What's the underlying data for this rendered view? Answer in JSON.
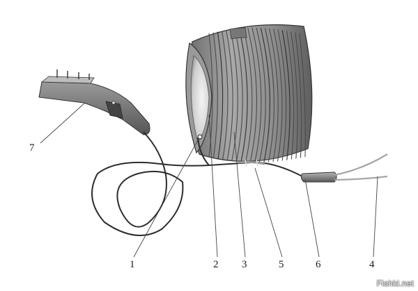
{
  "callouts": [
    {
      "id": "1",
      "label": "1"
    },
    {
      "id": "2",
      "label": "2"
    },
    {
      "id": "3",
      "label": "3"
    },
    {
      "id": "5",
      "label": "5"
    },
    {
      "id": "6",
      "label": "6"
    },
    {
      "id": "4",
      "label": "4"
    },
    {
      "id": "7",
      "label": "7"
    }
  ],
  "watermark": "Fishki.net",
  "colors": {
    "drum_body": "#8a8a8a",
    "drum_groove": "#5a5a5a",
    "inner_rim": "#d8d8d8",
    "cable": "#2b2b2b",
    "leader_line": "#444444"
  }
}
